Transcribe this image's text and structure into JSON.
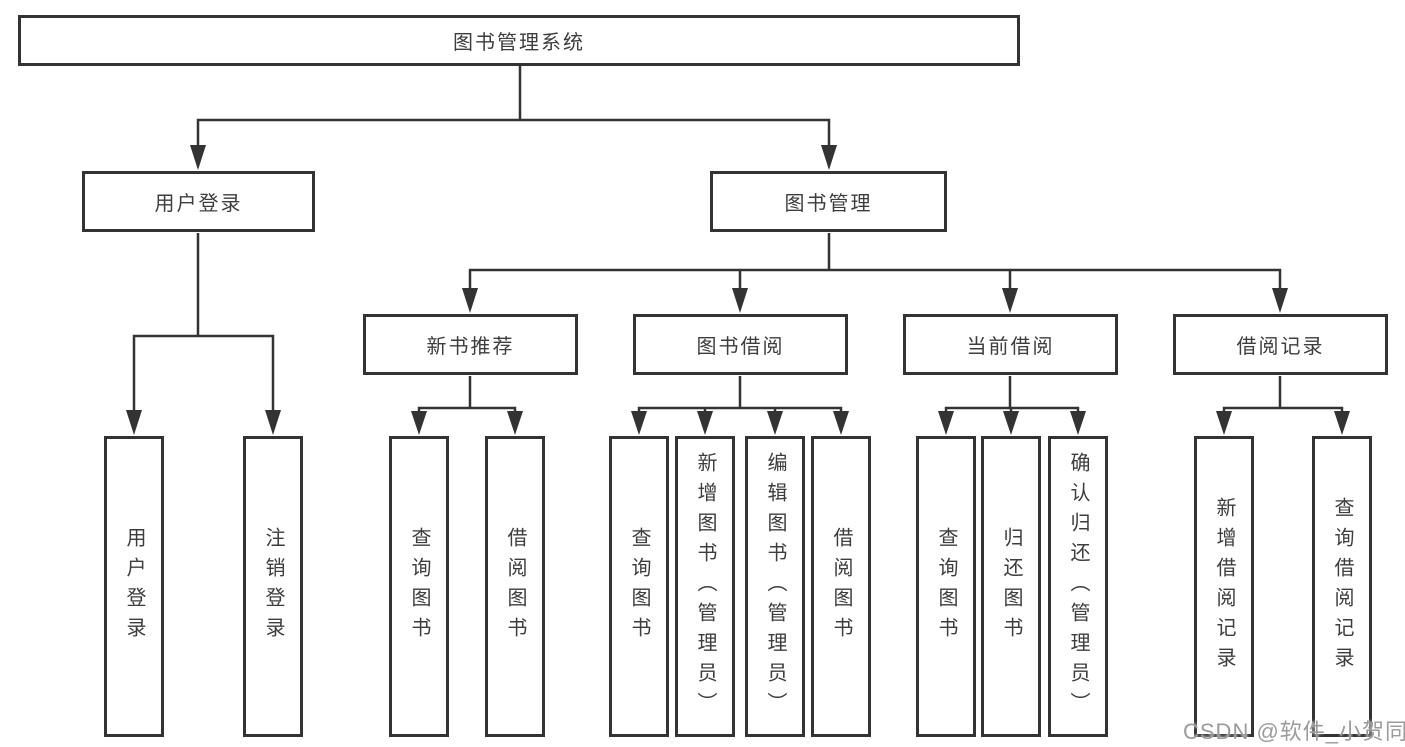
{
  "diagram": {
    "root": {
      "label": "图书管理系统"
    },
    "level2": [
      {
        "label": "用户登录",
        "children": [
          {
            "label": "用户登录"
          },
          {
            "label": "注销登录"
          }
        ]
      },
      {
        "label": "图书管理",
        "children": [
          {
            "label": "新书推荐",
            "children": [
              {
                "label": "查询图书"
              },
              {
                "label": "借阅图书"
              }
            ]
          },
          {
            "label": "图书借阅",
            "children": [
              {
                "label": "查询图书"
              },
              {
                "label": "新增图书（管理员）"
              },
              {
                "label": "编辑图书（管理员）"
              },
              {
                "label": "借阅图书"
              }
            ]
          },
          {
            "label": "当前借阅",
            "children": [
              {
                "label": "查询图书"
              },
              {
                "label": "归还图书"
              },
              {
                "label": "确认归还（管理员）"
              }
            ]
          },
          {
            "label": "借阅记录",
            "children": [
              {
                "label": "新增借阅记录"
              },
              {
                "label": "查询借阅记录"
              }
            ]
          }
        ]
      }
    ]
  },
  "watermark": {
    "text": "CSDN @软件_小贺同学"
  },
  "colors": {
    "line": "#333333",
    "border": "#333333",
    "text": "#3d3d3d",
    "watermark": "#9b9b9b",
    "background": "#ffffff"
  }
}
